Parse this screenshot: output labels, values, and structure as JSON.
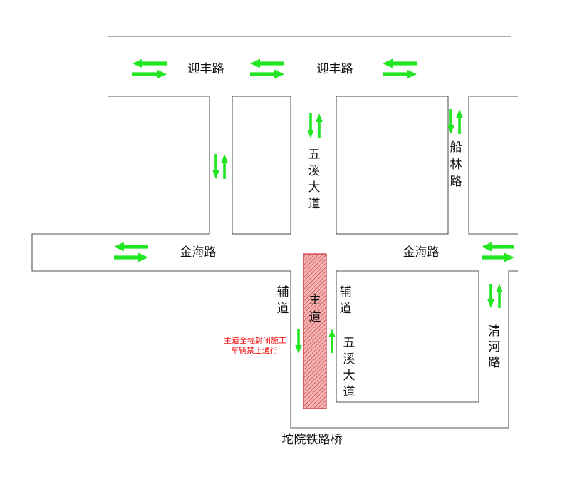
{
  "roads": {
    "yingfeng_left": "迎丰路",
    "yingfeng_mid": "迎丰路",
    "wuxi_upper": "五溪大道",
    "chuanlin": "船林路",
    "jinhai_left": "金海路",
    "jinhai_right": "金海路",
    "fudao_left": "辅道",
    "main_road": "主道",
    "fudao_right": "辅道",
    "wuxi_lower": "五溪大道",
    "qinghe": "清河路",
    "bridge": "坨院铁路桥"
  },
  "notice": {
    "line1": "主道全幅封闭施工",
    "line2": "车辆禁止通行"
  },
  "colors": {
    "arrow": "#22e622",
    "closure_fill": "#f4b6b6",
    "closure_hatch": "#c83232",
    "notice_text": "#ee1111",
    "boundary": "#555555",
    "label_text": "#111111"
  },
  "icons": {
    "arrow_pair": "two-way-traffic-arrows-icon",
    "closure": "road-closure-hatched-area"
  }
}
